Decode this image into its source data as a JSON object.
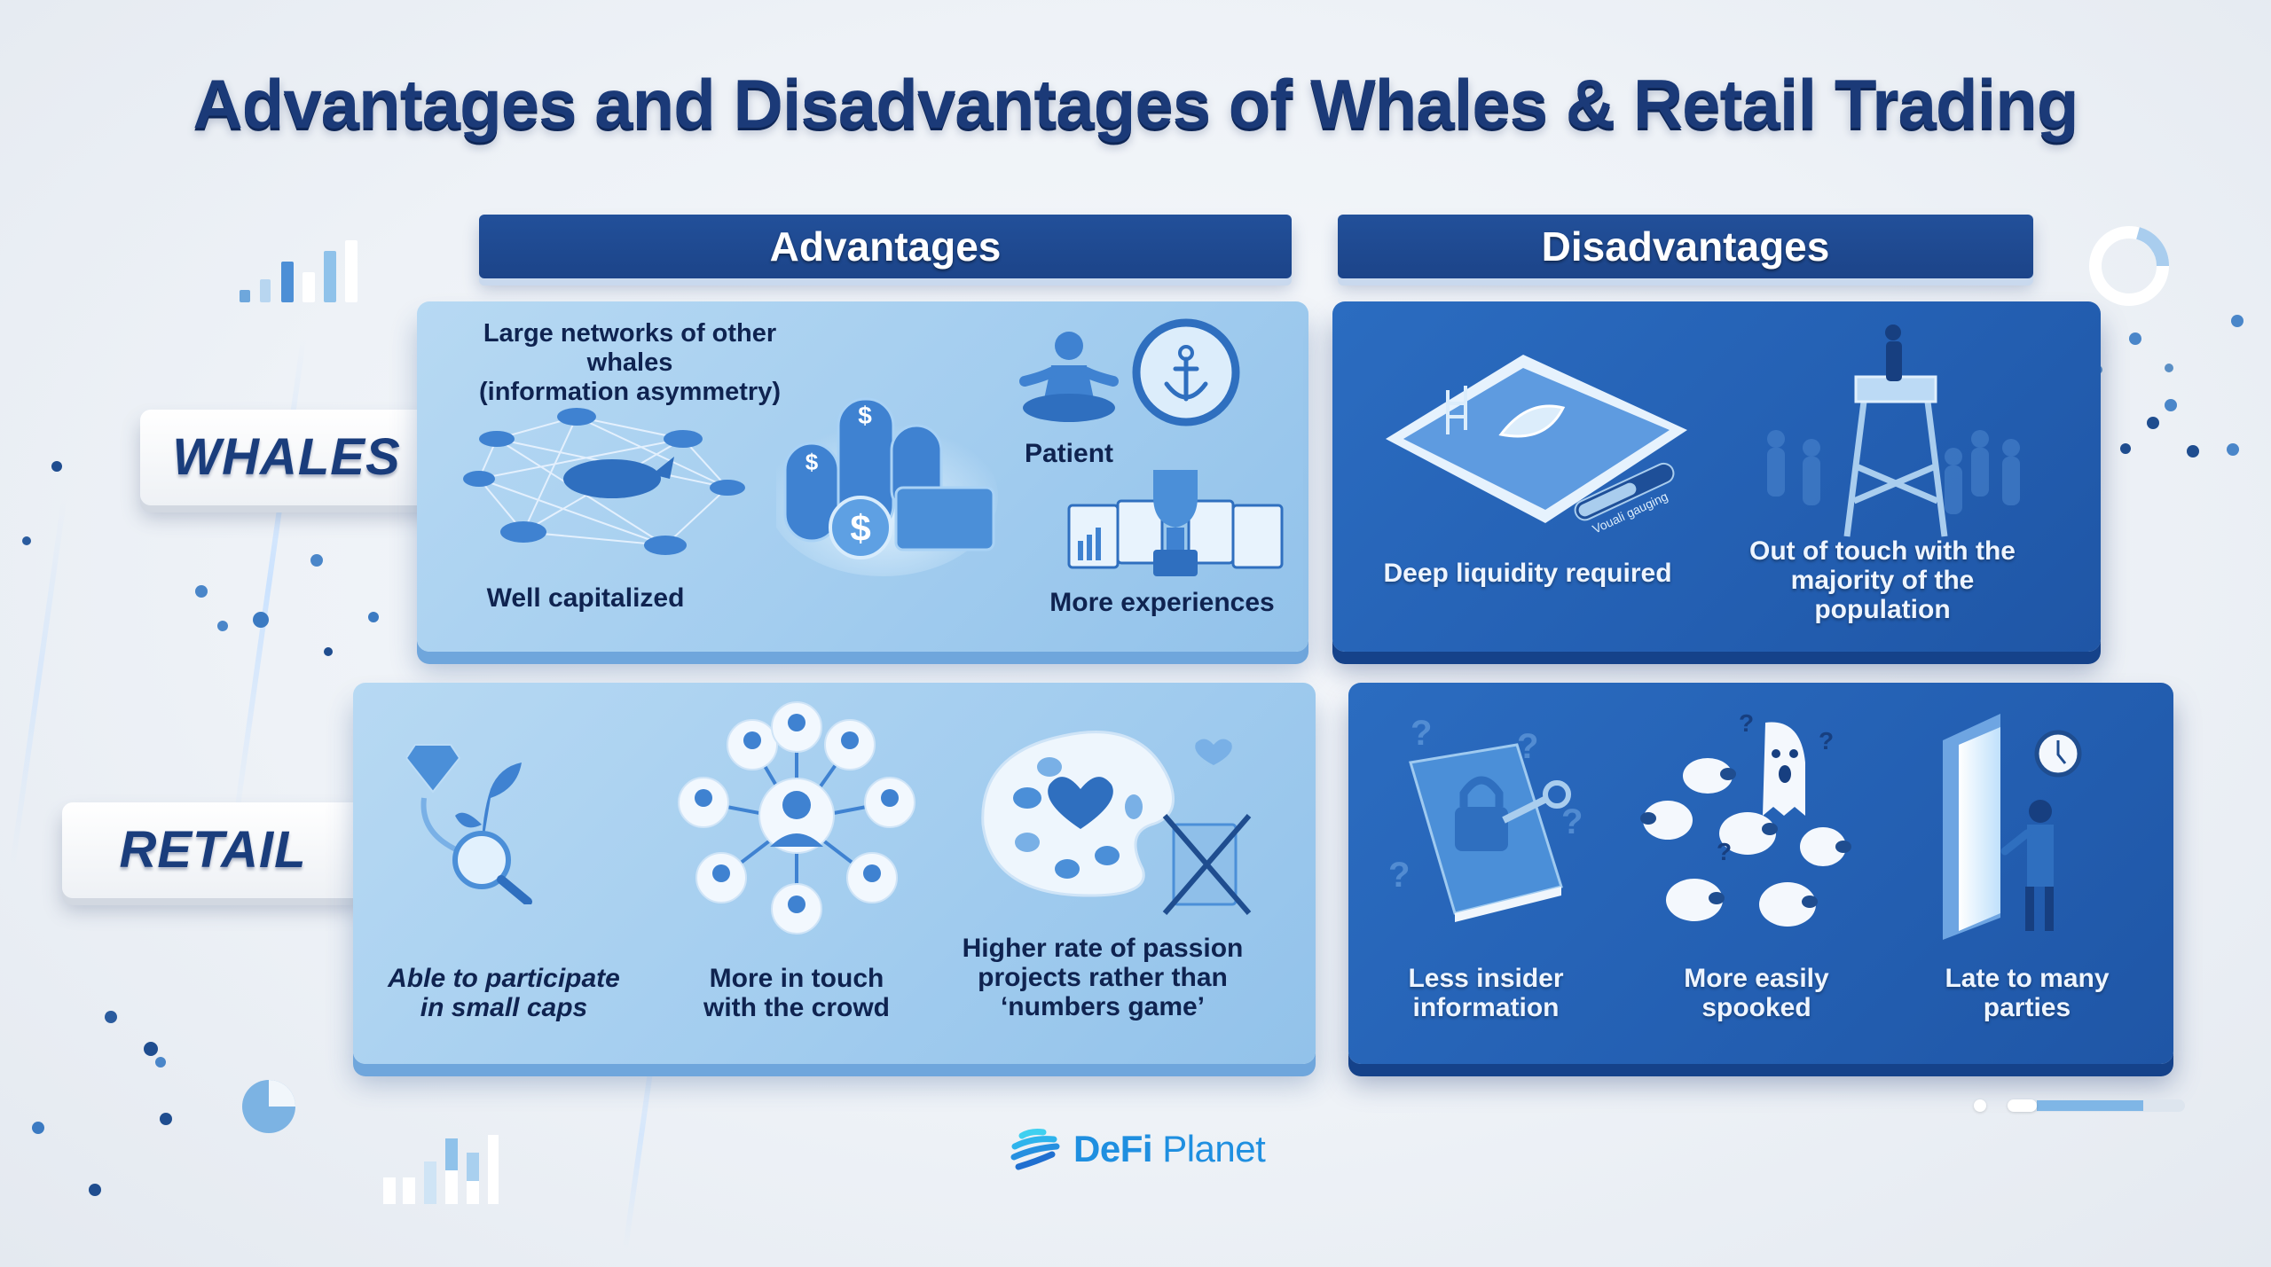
{
  "title": "Advantages and Disadvantages of Whales & Retail Trading",
  "columns": {
    "advantages": "Advantages",
    "disadvantages": "Disadvantages"
  },
  "rows": {
    "whales": "WHALES",
    "retail": "RETAIL"
  },
  "whales_advantages": {
    "network": "Large networks of other whales (information asymmetry)",
    "network_line1": "Large networks of other whales",
    "network_line2": "(information asymmetry)",
    "capital": "Well capitalized",
    "patient": "Patient",
    "experience": "More experiences"
  },
  "whales_disadvantages": {
    "liquidity": "Deep liquidity required",
    "gauge_label": "Vouali gauging",
    "touch_line1": "Out of touch with the",
    "touch_line2": "majority of the",
    "touch_line3": "population"
  },
  "retail_advantages": {
    "smallcaps_line1": "Able to participate",
    "smallcaps_line2": "in small caps",
    "crowd_line1": "More in touch",
    "crowd_line2": "with the crowd",
    "passion_line1": "Higher rate of passion",
    "passion_line2": "projects rather than",
    "passion_line3": "‘numbers game’"
  },
  "retail_disadvantages": {
    "insider_line1": "Less insider",
    "insider_line2": "information",
    "spooked_line1": "More easily",
    "spooked_line2": "spooked",
    "late_line1": "Late to many",
    "late_line2": "parties"
  },
  "brand": {
    "name_bold": "DeFi",
    "name_regular": "Planet"
  },
  "icons": {
    "network": "whale-network-icon",
    "capital": "coins-cash-icon",
    "patient": "meditating-person-icon",
    "anchor_clock": "anchor-clock-icon",
    "experience": "trophy-dashboard-icon",
    "liquidity": "pool-boat-icon",
    "touch": "watchtower-icon",
    "smallcaps": "diamond-sprout-magnifier-icon",
    "crowd": "people-network-icon",
    "passion": "palette-heart-icon",
    "insider": "locked-book-icon",
    "spooked": "ghost-sheep-icon",
    "late": "door-clock-icon"
  },
  "colors": {
    "title": "#1b3a78",
    "header_bg": "#1f4a92",
    "advantage_panel": "#a6cfef",
    "disadvantage_panel": "#2562b5",
    "brand": "#1f8fe0"
  }
}
